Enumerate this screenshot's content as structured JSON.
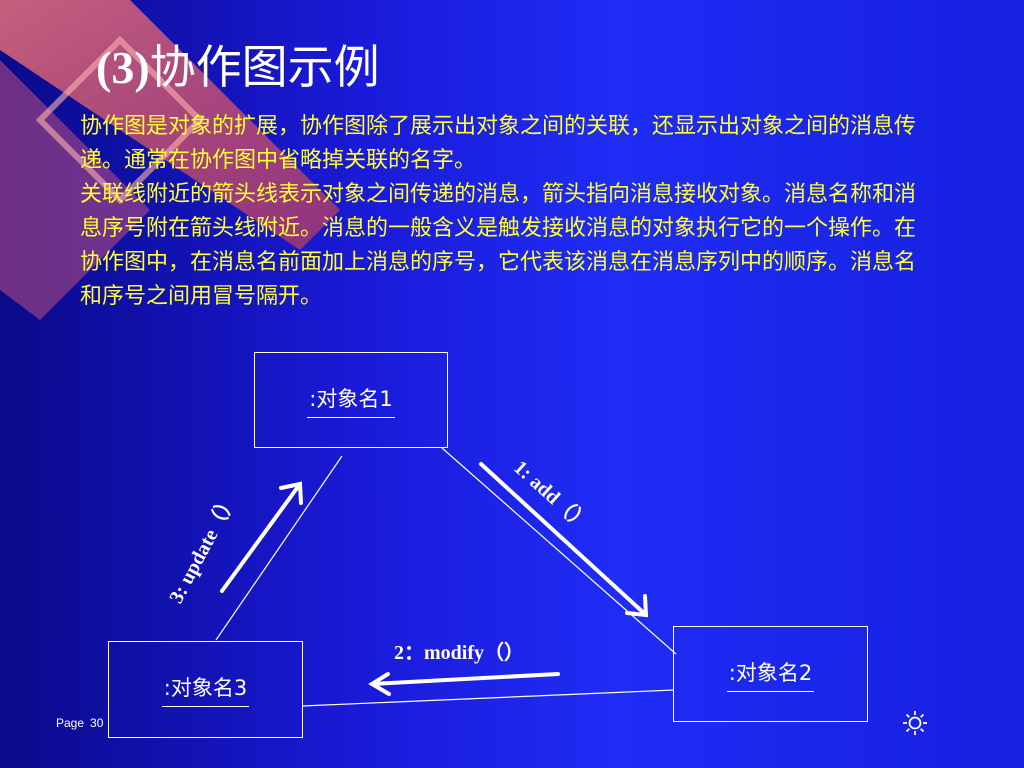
{
  "slide": {
    "title_num": "(3)",
    "title_text": "协作图示例",
    "paragraphs": [
      "协作图是对象的扩展，协作图除了展示出对象之间的关联，还显示出对象之间的消息传递。通常在协作图中省略掉关联的名字。",
      "关联线附近的箭头线表示对象之间传递的消息，箭头指向消息接收对象。消息名称和消息序号附在箭头线附近。消息的一般含义是触发接收消息的对象执行它的一个操作。在协作图中，在消息名前面加上消息的序号，它代表该消息在消息序列中的顺序。消息名和序号之间用冒号隔开。"
    ]
  },
  "diagram": {
    "objects": [
      {
        "id": "obj1",
        "label": ":对象名1"
      },
      {
        "id": "obj2",
        "label": ":对象名2"
      },
      {
        "id": "obj3",
        "label": ":对象名3"
      }
    ],
    "messages": [
      {
        "id": "m1",
        "label": "1:  add（）"
      },
      {
        "id": "m2",
        "label": "2：modify（）"
      },
      {
        "id": "m3",
        "label": "3:  update（）"
      }
    ]
  },
  "footer": {
    "page_label": "Page",
    "page_number": "30"
  },
  "colors": {
    "text_yellow": "#ffff33",
    "line_white": "#ffffff",
    "bg_blue": "#1a1ad8"
  },
  "icons": {
    "footer_icon": "sun-icon"
  }
}
